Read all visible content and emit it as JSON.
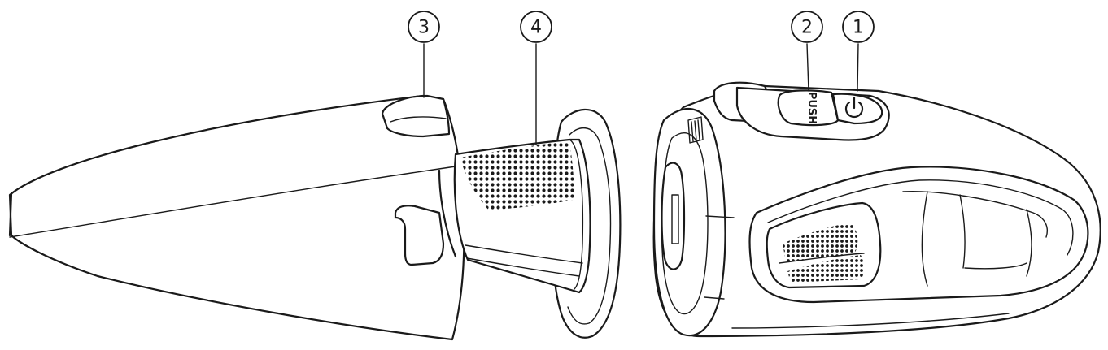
{
  "callouts": [
    {
      "number": "1"
    },
    {
      "number": "2"
    },
    {
      "number": "3"
    },
    {
      "number": "4"
    }
  ],
  "button_label": "PUSH",
  "colors": {
    "line": "#1a1a1a",
    "background": "#ffffff"
  },
  "icons": [
    "power-icon",
    "mesh-filter",
    "vent-grille"
  ]
}
